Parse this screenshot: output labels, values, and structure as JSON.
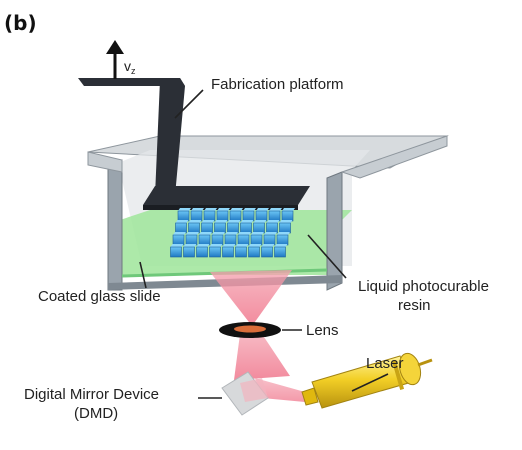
{
  "panel_label": "(b)",
  "velocity": {
    "symbol": "v",
    "subscript": "z"
  },
  "labels": {
    "fabrication_platform": "Fabrication platform",
    "coated_glass_slide": "Coated glass slide",
    "liquid_resin_line1": "Liquid photocurable",
    "liquid_resin_line2": "resin",
    "lens": "Lens",
    "dmd_line1": "Digital Mirror Device",
    "dmd_line2": "(DMD)",
    "laser": "Laser"
  },
  "colors": {
    "platform": "#2b2f36",
    "vat_wall": "#aab3bb",
    "resin": "#9fe59a",
    "printed_part": "#2d8fd4",
    "beam": "#f07f93",
    "laser_body": "#e9c21d",
    "leader_line": "#222222"
  }
}
